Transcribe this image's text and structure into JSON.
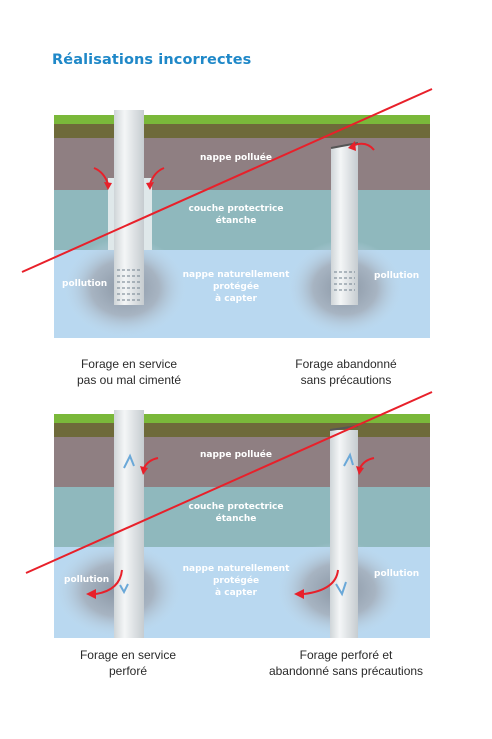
{
  "title": "Réalisations incorrectes",
  "panels": [
    {
      "layers": {
        "top": "nappe polluée",
        "middle": "couche protectrice étanche",
        "bottom": "nappe naturellement protégée à capter"
      },
      "pollution_left": "pollution",
      "pollution_right": "pollution",
      "captions": [
        {
          "line1": "Forage en service",
          "line2": "pas ou mal cimenté"
        },
        {
          "line1": "Forage abandonné",
          "line2": "sans précautions"
        }
      ]
    },
    {
      "layers": {
        "top": "nappe polluée",
        "middle": "couche protectrice étanche",
        "bottom": "nappe naturellement protégée à capter"
      },
      "pollution_left": "pollution",
      "pollution_right": "pollution",
      "captions": [
        {
          "line1": "Forage en service",
          "line2": "perforé"
        },
        {
          "line1": "Forage perforé et",
          "line2": "abandonné sans précautions"
        }
      ]
    }
  ]
}
